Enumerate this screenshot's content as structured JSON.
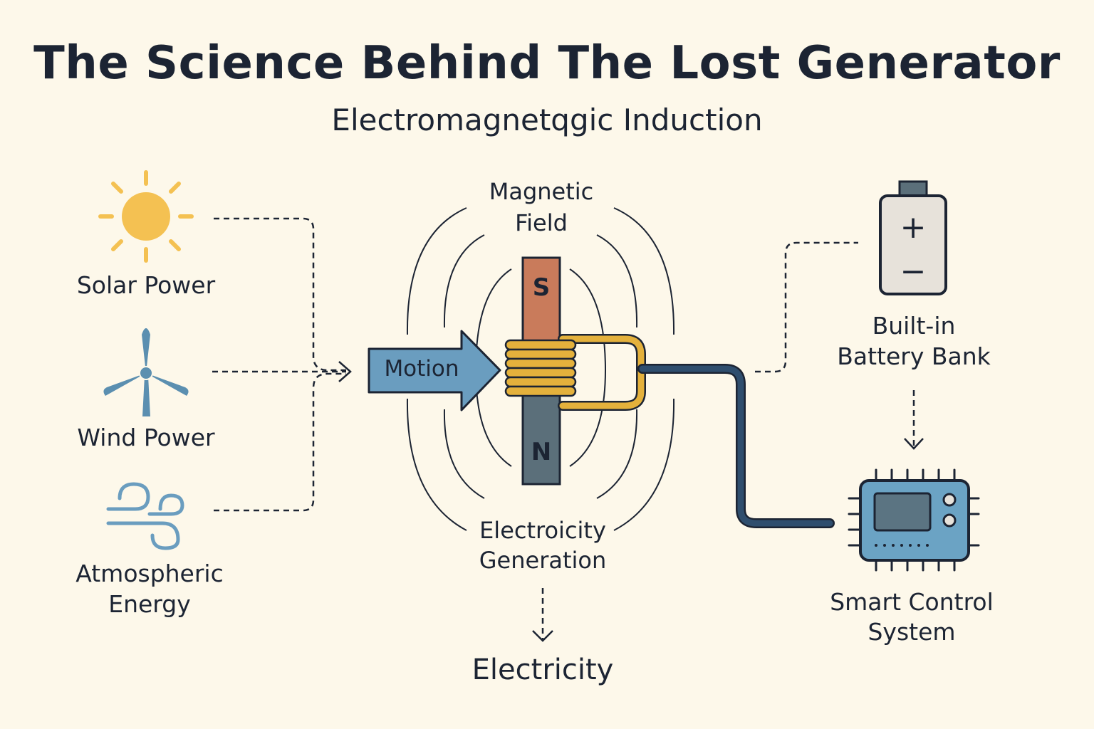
{
  "title": "The Science Behind The Lost Generator",
  "subtitle": "Electromagnetqgic Induction",
  "sources": {
    "solar": "Solar Power",
    "wind": "Wind Power",
    "atmospheric_line1": "Atmospheric",
    "atmospheric_line2": "Energy"
  },
  "generator": {
    "motion": "Motion",
    "field_line1": "Magnetic",
    "field_line2": "Field",
    "pole_s": "S",
    "pole_n": "N",
    "generation_line1": "Electroicity",
    "generation_line2": "Generation",
    "output": "Electricity"
  },
  "battery": {
    "line1": "Built-in",
    "line2": "Battery Bank",
    "plus": "+",
    "minus": "−"
  },
  "control": {
    "line1": "Smart Control",
    "line2": "System"
  },
  "colors": {
    "background": "#fdf8ea",
    "sun": "#f4c152",
    "wind": "#5b8fb0",
    "magnet_s": "#c97b5b",
    "magnet_n": "#5b6f7a",
    "coil": "#e4b13c",
    "cable": "#2f4e6e",
    "chip": "#6ba3c4",
    "arrow": "#6a9dbf"
  }
}
